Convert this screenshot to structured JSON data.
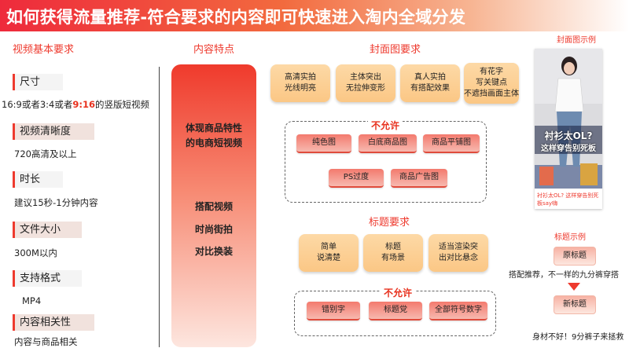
{
  "title": "如何获得流量推荐-符合要求的内容即可快速进入淘内全域分发",
  "left": {
    "header": "视频基本要求",
    "items": [
      {
        "label": "尺寸",
        "value_parts": [
          "16:9或者3:4或者",
          "9:16",
          "的竖版短视频"
        ]
      },
      {
        "label": "视频清晰度",
        "value": "720高清及以上"
      },
      {
        "label": "时长",
        "value": "建议15秒-1分钟内容"
      },
      {
        "label": "文件大小",
        "value": "300M以内"
      },
      {
        "label": "支持格式",
        "value": "MP4"
      },
      {
        "label": "内容相关性",
        "value": "内容与商品相关"
      }
    ]
  },
  "features": {
    "header": "内容特点",
    "line1": "体现商品特性",
    "line2": "的电商短视频",
    "items": [
      "搭配视频",
      "时尚街拍",
      "对比换装"
    ]
  },
  "cover": {
    "header": "封面图要求",
    "boxes": [
      [
        "高清实拍",
        "光线明亮"
      ],
      [
        "主体突出",
        "无拉伸变形"
      ],
      [
        "真人实拍",
        "有搭配效果"
      ],
      [
        "有花字",
        "写关键点",
        "不遮挡画面主体"
      ]
    ],
    "not_allowed_label": "不允许",
    "not_allowed": [
      "纯色图",
      "白底商品图",
      "商品平铺图",
      "PS过度",
      "商品广告图"
    ]
  },
  "title_req": {
    "header": "标题要求",
    "boxes": [
      [
        "简单",
        "说清楚"
      ],
      [
        "标题",
        "有场景"
      ],
      [
        "适当渲染突",
        "出对比悬念"
      ]
    ],
    "not_allowed_label": "不允许",
    "not_allowed": [
      "错别字",
      "标题党",
      "全部符号数字"
    ]
  },
  "example": {
    "header": "封面图示例",
    "overlay_line1": "衬衫太OL?",
    "overlay_line2": "这样穿告别死板",
    "caption": "衬衫太OL?  这样穿告别死板say嗨"
  },
  "title_example": {
    "header": "标题示例",
    "original_label": "原标题",
    "original": "搭配推荐，不一样的九分裤穿搭",
    "new_label": "新标题",
    "new": "身材不好！9分裤子来拯救"
  },
  "colors": {
    "accent": "#ee3a2e",
    "orange_box": "#fbc785",
    "red_box": "#f37a6e"
  }
}
